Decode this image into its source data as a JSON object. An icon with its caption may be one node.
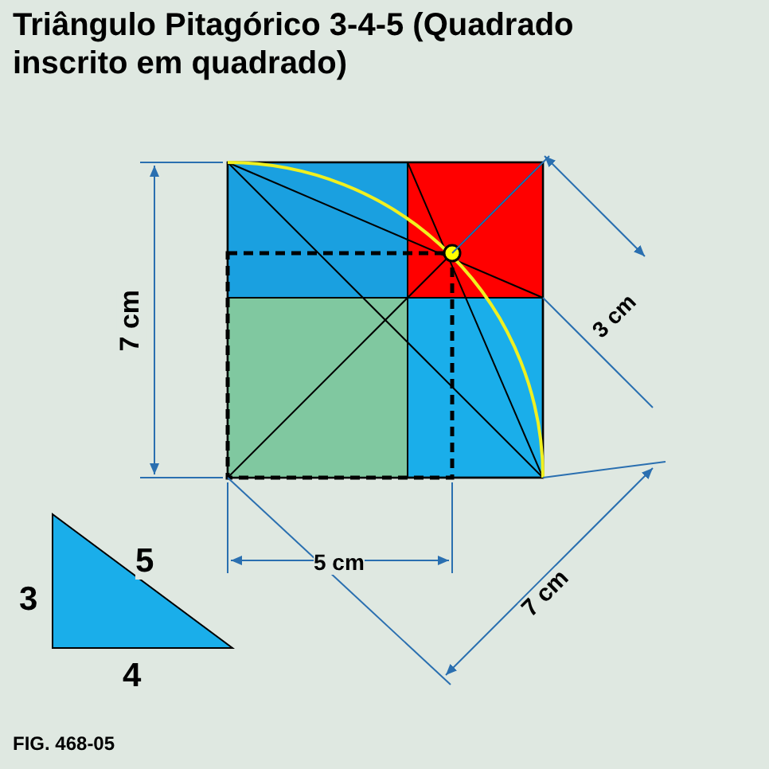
{
  "diagram": {
    "title": "Triângulo Pitagórico 3-4-5 (Quadrado inscrito em quadrado)",
    "labels": [
      "7 cm",
      "3 cm",
      "5 cm",
      "7 cm",
      "3",
      "5",
      "4",
      "FIG. 468-05"
    ]
  }
}
